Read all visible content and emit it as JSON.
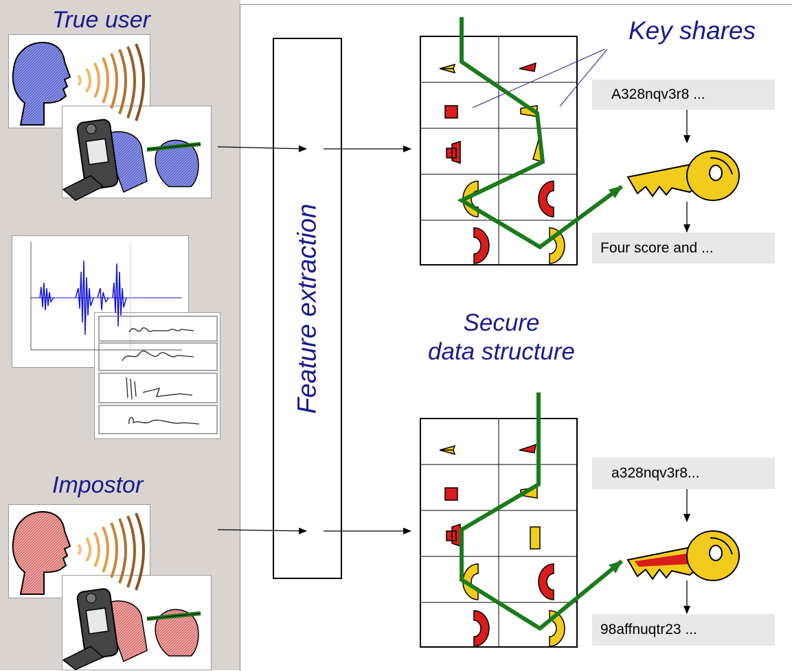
{
  "labels": {
    "true_user": "True user",
    "impostor": "Impostor",
    "feature_extraction": "Feature extraction",
    "key_shares": "Key shares",
    "secure_line1": "Secure",
    "secure_line2": "data structure"
  },
  "top_flow": {
    "input_text": "A328nqv3r8 ...",
    "output_text": "Four score and ..."
  },
  "bottom_flow": {
    "input_text": "a328nqv3r8...",
    "output_text": "98affnuqtr23 ..."
  },
  "colors": {
    "label_blue": "#1a1a8c",
    "path_green": "#1c7a1c",
    "true_user_head": "#6f78d8",
    "impostor_head": "#e08d8d",
    "key_yellow": "#f2cc1c",
    "share_red": "#d91c1c"
  }
}
